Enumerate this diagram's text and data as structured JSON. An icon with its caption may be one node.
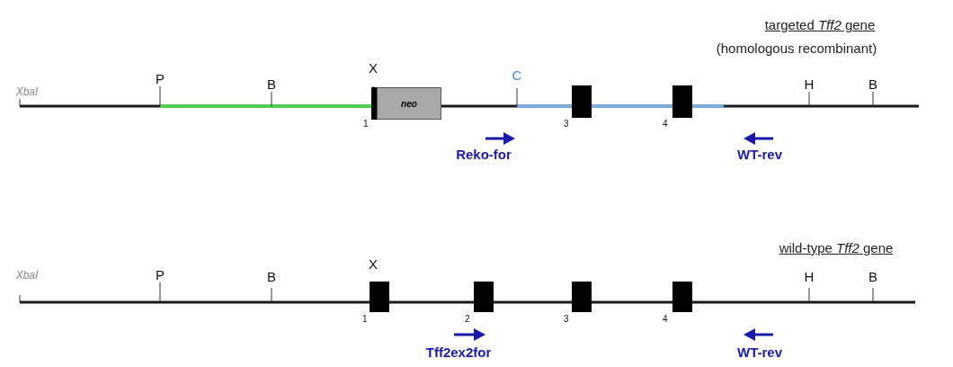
{
  "diagram": {
    "nodes": [
      {
        "text": [],
        "shape": "bar",
        "beside": [
          "1"
        ]
      },
      {
        "text": [
          "neo"
        ]
      },
      {
        "text": [],
        "shape": "box",
        "beside": [
          "3"
        ]
      },
      {
        "text": [],
        "shape": "box",
        "beside": [
          "4"
        ]
      },
      {
        "text": [],
        "shape": "box",
        "beside": [
          "1"
        ]
      },
      {
        "text": [],
        "shape": "box",
        "beside": [
          "2"
        ]
      },
      {
        "text": [],
        "shape": "box",
        "beside": [
          "3"
        ]
      },
      {
        "text": [],
        "shape": "box",
        "beside": [
          "4"
        ]
      }
    ],
    "edges": [],
    "labels": [
      "targeted *Tff2* gene",
      "(homologous recombinant)",
      "XbaI",
      "P",
      "B",
      "X",
      "C",
      "H",
      "B",
      "Reko-for",
      "WT-rev",
      "wild-type *Tff2* gene",
      "XbaI",
      "P",
      "B",
      "X",
      "H",
      "B",
      "Tff2ex2for",
      "WT-rev"
    ]
  }
}
